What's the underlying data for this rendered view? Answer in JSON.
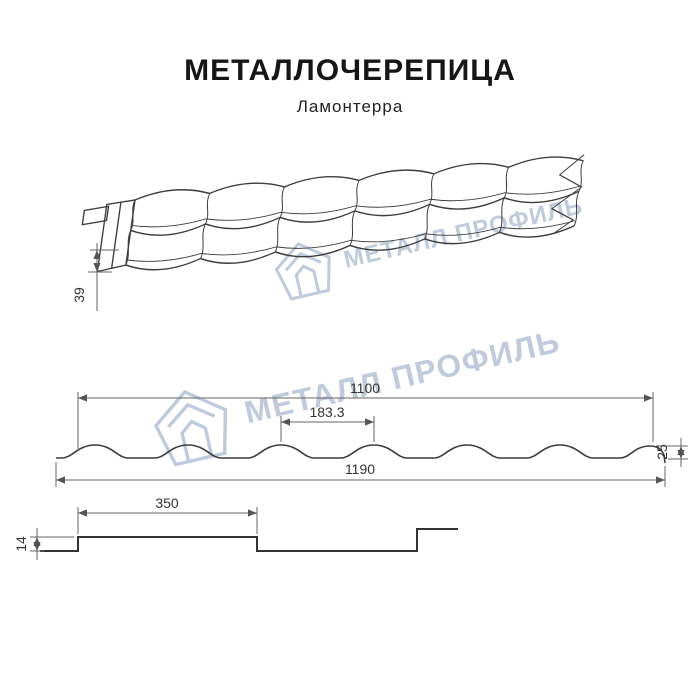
{
  "header": {
    "title": "МЕТАЛЛОЧЕРЕПИЦА",
    "subtitle": "Ламонтерра"
  },
  "watermark": {
    "text": "МЕТАЛЛ ПРОФИЛЬ",
    "color": "#b4c3d6"
  },
  "diagram": {
    "dims": {
      "side_height": "39",
      "cover_width": "1100",
      "module_width": "183.3",
      "profile_height": "25",
      "full_width": "1190",
      "module_length": "350",
      "step_height": "14"
    }
  }
}
